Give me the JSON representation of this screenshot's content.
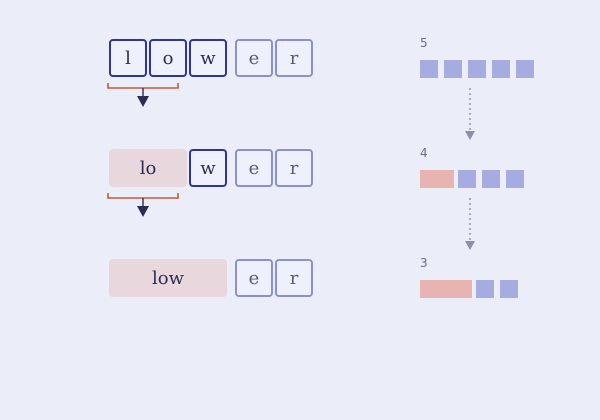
{
  "rows": [
    {
      "tokens": [
        "l",
        "o",
        "w",
        "e",
        "r"
      ],
      "count": "5"
    },
    {
      "tokens": [
        "lo",
        "w",
        "e",
        "r"
      ],
      "count": "4"
    },
    {
      "tokens": [
        "low",
        "e",
        "r"
      ],
      "count": "3"
    }
  ],
  "colors": {
    "background": "#ebedf9",
    "active_border": "#2f3590",
    "faded_border": "#8a90cf",
    "merged_fill": "#e9d7de",
    "bracket": "#c9573a",
    "arrow": "#2a2c52",
    "square_blue": "#a6acdf",
    "square_pink": "#e7b4b1",
    "dotted_arrow": "#8d90a6"
  }
}
